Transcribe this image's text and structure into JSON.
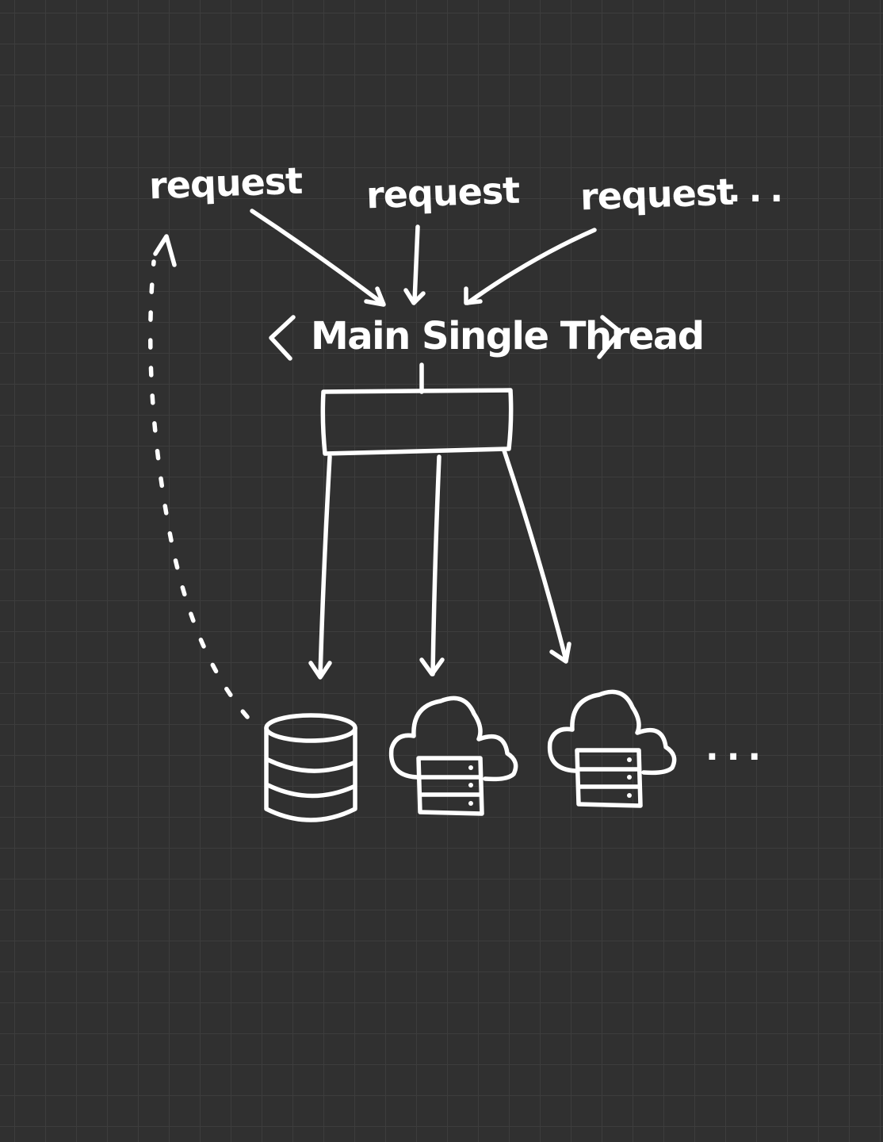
{
  "labels": {
    "request_1": "request",
    "request_2": "request",
    "request_3": "request",
    "more_requests": "...",
    "main_thread": "Main Single Thread",
    "more_resources": "..."
  },
  "colors": {
    "background": "#303030",
    "grid": "#3d3d3d",
    "ink": "#ffffff"
  },
  "icons": [
    "database-icon",
    "cloud-server-icon",
    "cloud-server-icon"
  ]
}
